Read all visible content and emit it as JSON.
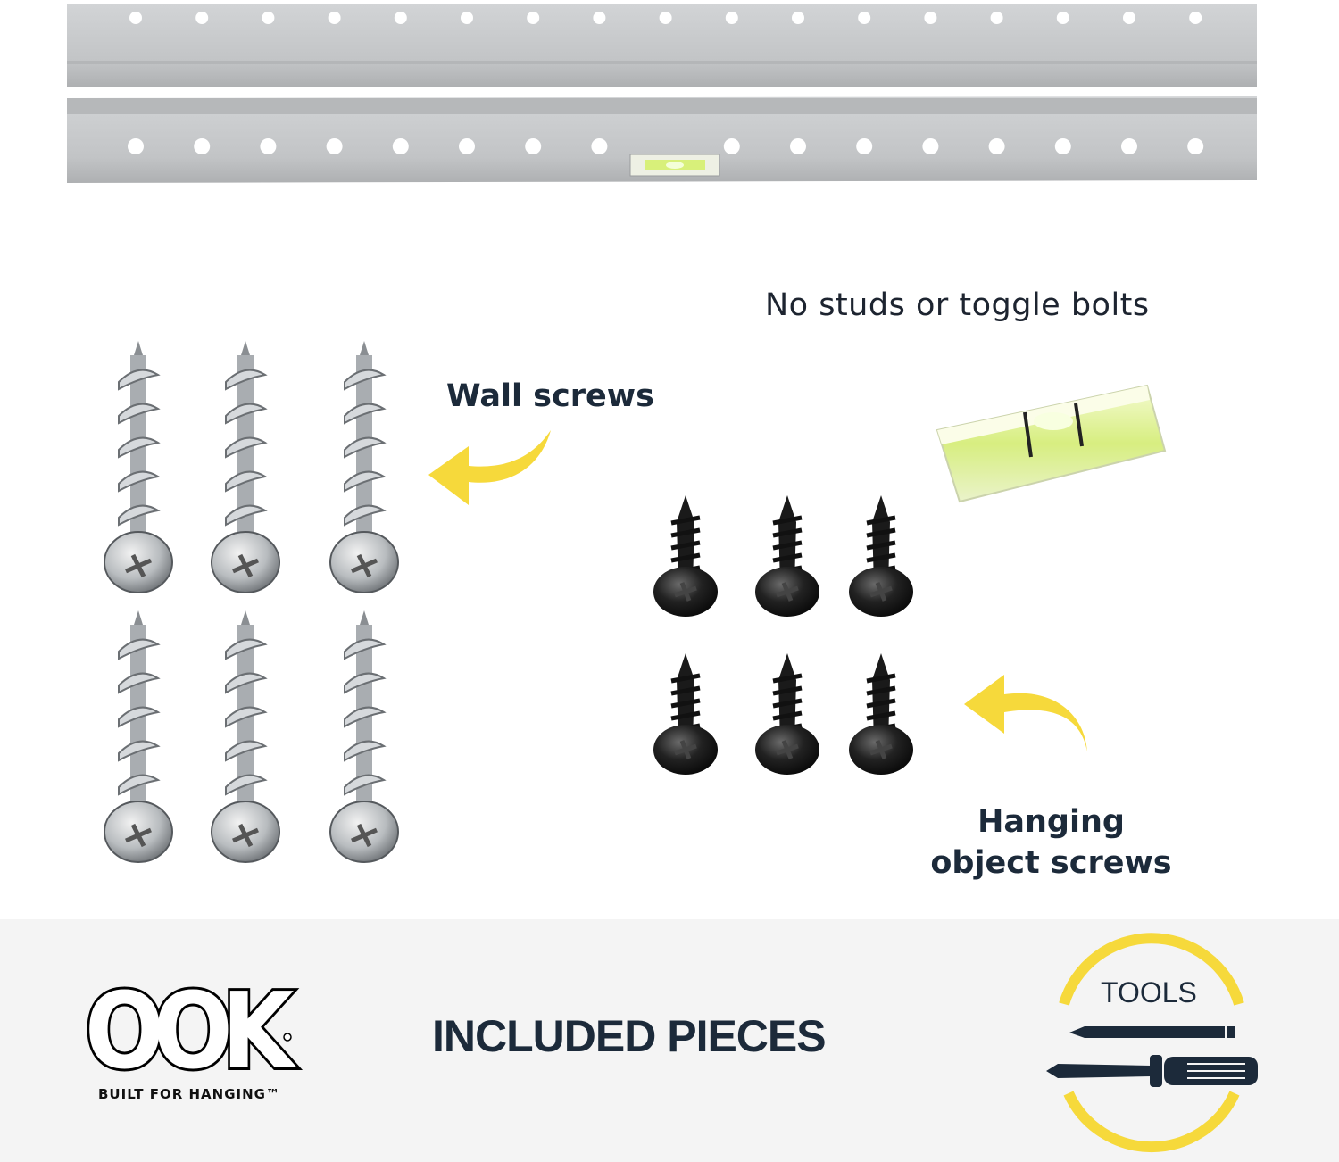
{
  "labels": {
    "no_studs": "No studs or toggle bolts",
    "wall_screws": "Wall screws",
    "hanging_screws_line1": "Hanging",
    "hanging_screws_line2": "object screws"
  },
  "footer": {
    "title": "INCLUDED PIECES",
    "brand": "OOK",
    "tagline": "BUILT FOR HANGING™",
    "tools_badge": "TOOLS"
  },
  "colors": {
    "accent_yellow": "#f6d93b",
    "navy": "#1c2a3a",
    "rail": "#c4c6c8",
    "band": "#f4f4f4"
  },
  "icons": [
    "arrow-left-icon",
    "arrow-curve-icon",
    "pencil-icon",
    "screwdriver-icon"
  ]
}
